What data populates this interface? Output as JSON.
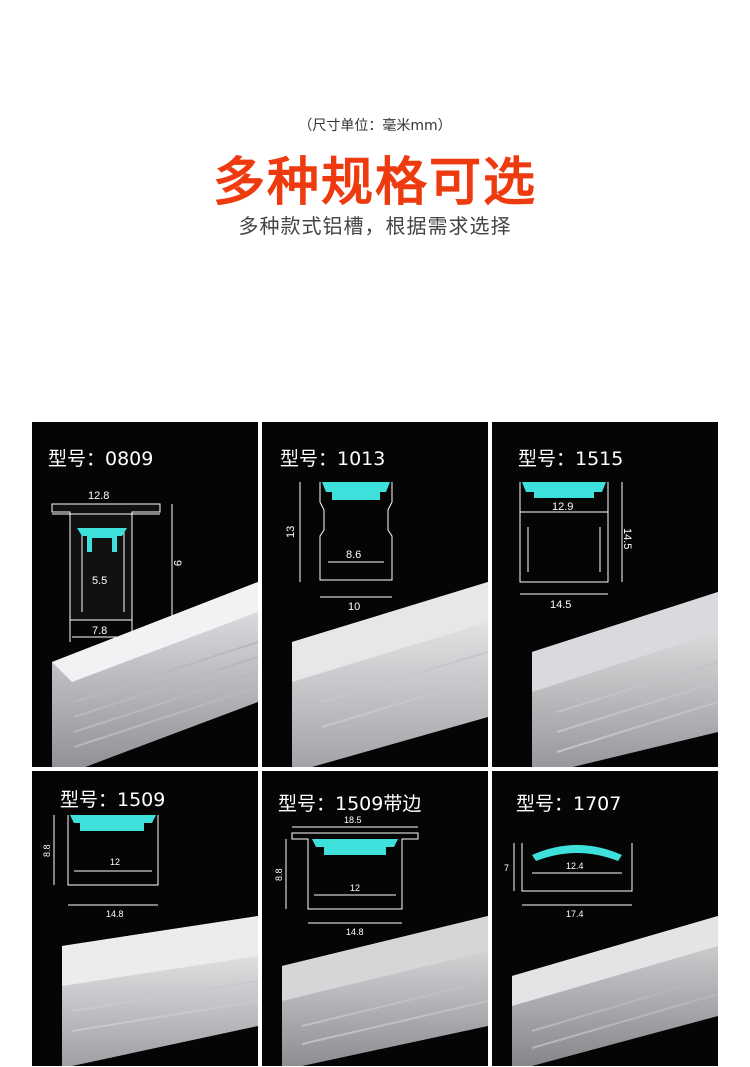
{
  "header": {
    "unit_note": "（尺寸单位：毫米mm）",
    "title": "多种规格可选",
    "subtitle": "多种款式铝槽，根据需求选择"
  },
  "colors": {
    "title": "#ee3a0f",
    "diffuser_highlight": "#3ee0dc",
    "panel_background": "#050505"
  },
  "products": [
    {
      "model": "型号：0809",
      "dims": [
        "12.8",
        "9",
        "5.5",
        "7.8"
      ]
    },
    {
      "model": "型号：1013",
      "dims": [
        "13",
        "8.6",
        "10"
      ]
    },
    {
      "model": "型号：1515",
      "dims": [
        "12.9",
        "14.5",
        "14.5"
      ]
    },
    {
      "model": "型号：1509",
      "dims": [
        "8.8",
        "12",
        "14.8"
      ]
    },
    {
      "model": "型号：1509带边",
      "dims": [
        "18.5",
        "8.8",
        "12",
        "14.8"
      ]
    },
    {
      "model": "型号：1707",
      "dims": [
        "7",
        "12.4",
        "17.4"
      ]
    }
  ]
}
